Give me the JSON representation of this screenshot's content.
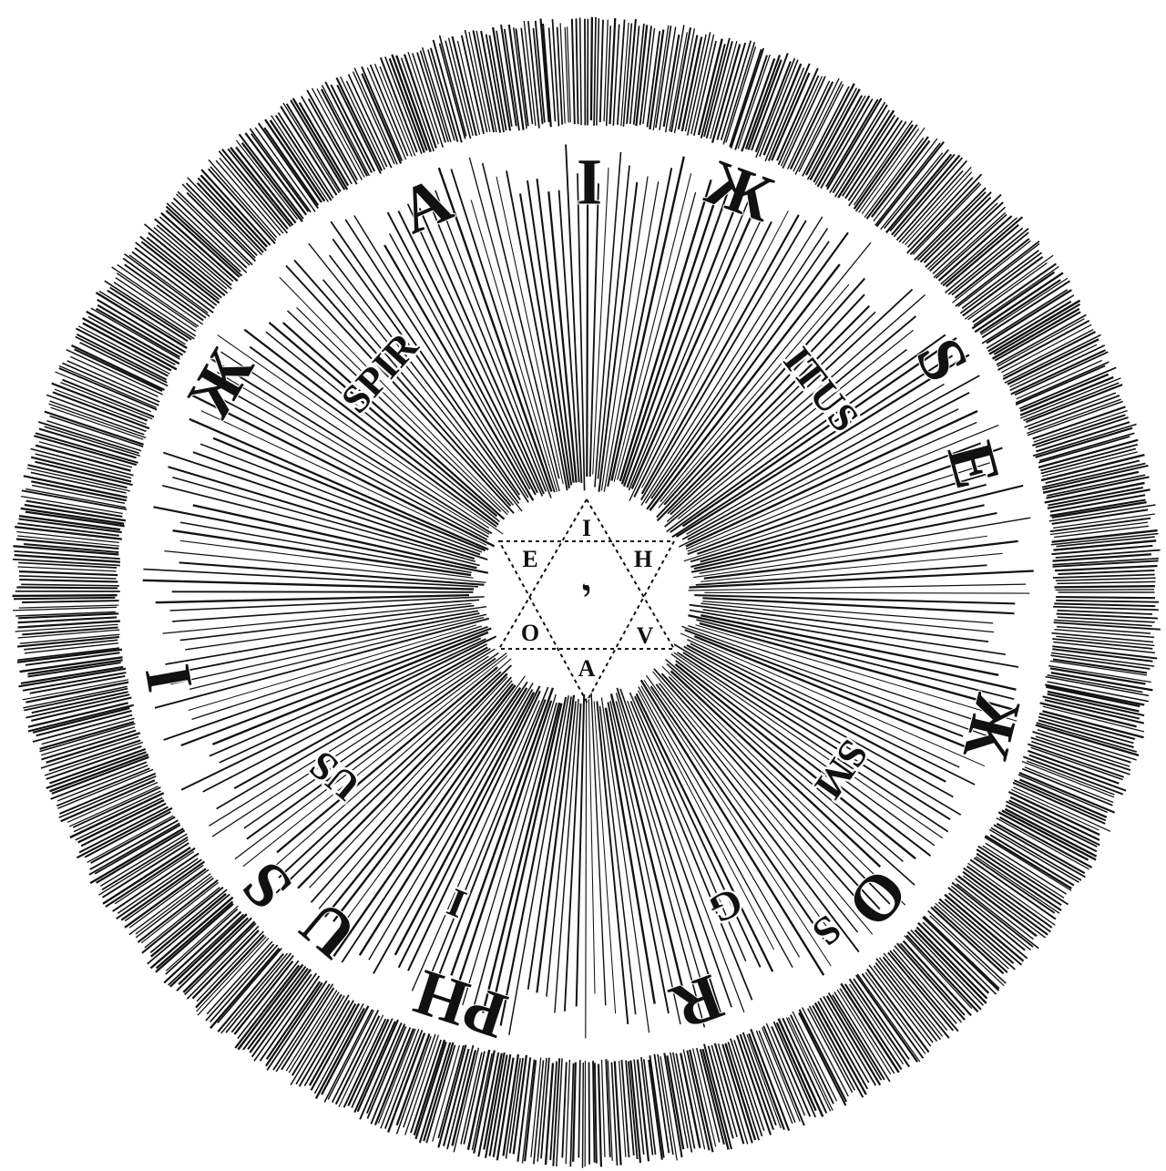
{
  "outer_ring": {
    "letters": [
      "I",
      "Ж",
      "S",
      "E",
      "Ж",
      "O",
      "R",
      "PH",
      "U",
      "S",
      "I",
      "Ж",
      "A"
    ]
  },
  "inner_ring": {
    "words": [
      "SPIR",
      "ITUS",
      "SM",
      "S",
      "G",
      "US",
      "I"
    ]
  },
  "hexagram": {
    "letters": [
      "I",
      "H",
      "V",
      "A",
      "O",
      "E"
    ],
    "center": "י"
  }
}
